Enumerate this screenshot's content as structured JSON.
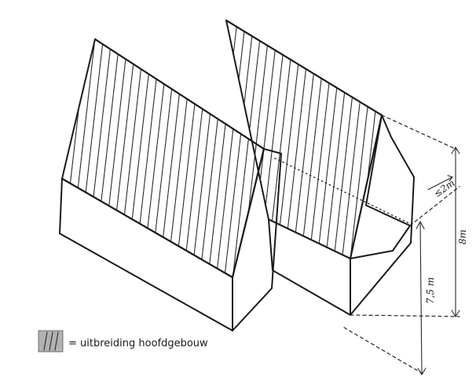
{
  "legend": {
    "label": "= uitbreiding hoofdgebouw"
  },
  "dimensions": {
    "small": "≤2m",
    "total": "8m",
    "wall": "7,5 m"
  },
  "colors": {
    "extension_fill": "#b2b2b2",
    "ink": "#1a1a1a"
  }
}
